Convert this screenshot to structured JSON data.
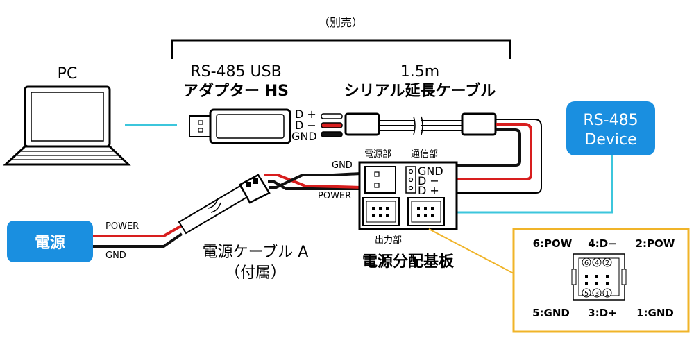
{
  "bracket_label": "（別売）",
  "pc_label": "PC",
  "adapter_label_1": "RS-485 USB",
  "adapter_label_2": "アダプター HS",
  "cable_ext_label_1": "1.5m",
  "cable_ext_label_2": "シリアル延長ケーブル",
  "adapter_pins": [
    "D +",
    "D −",
    "GND"
  ],
  "device_label_1": "RS-485",
  "device_label_2": "Device",
  "power_source_label": "電源",
  "power_cable_label_1": "電源ケーブル A",
  "power_cable_label_2": "（付属）",
  "power_wire_label": "POWER",
  "gnd_wire_label": "GND",
  "board_input_gnd": "GND",
  "board_input_power": "POWER",
  "board_section_power": "電源部",
  "board_section_comm": "通信部",
  "board_comm_pins": [
    "GND",
    "D −",
    "D +"
  ],
  "board_output_label": "出力部",
  "board_title": "電源分配基板",
  "pinout": {
    "top": [
      "6:POW",
      "4:D−",
      "2:POW"
    ],
    "bottom": [
      "5:GND",
      "3:D+",
      "1:GND"
    ],
    "top_nums": [
      "6",
      "4",
      "2"
    ],
    "bottom_nums": [
      "5",
      "3",
      "1"
    ]
  },
  "colors": {
    "accent_blue": "#1a8fe0",
    "wire_cyan": "#3cc6dc",
    "wire_red": "#d81e1e",
    "pinout_border": "#f0b429"
  }
}
